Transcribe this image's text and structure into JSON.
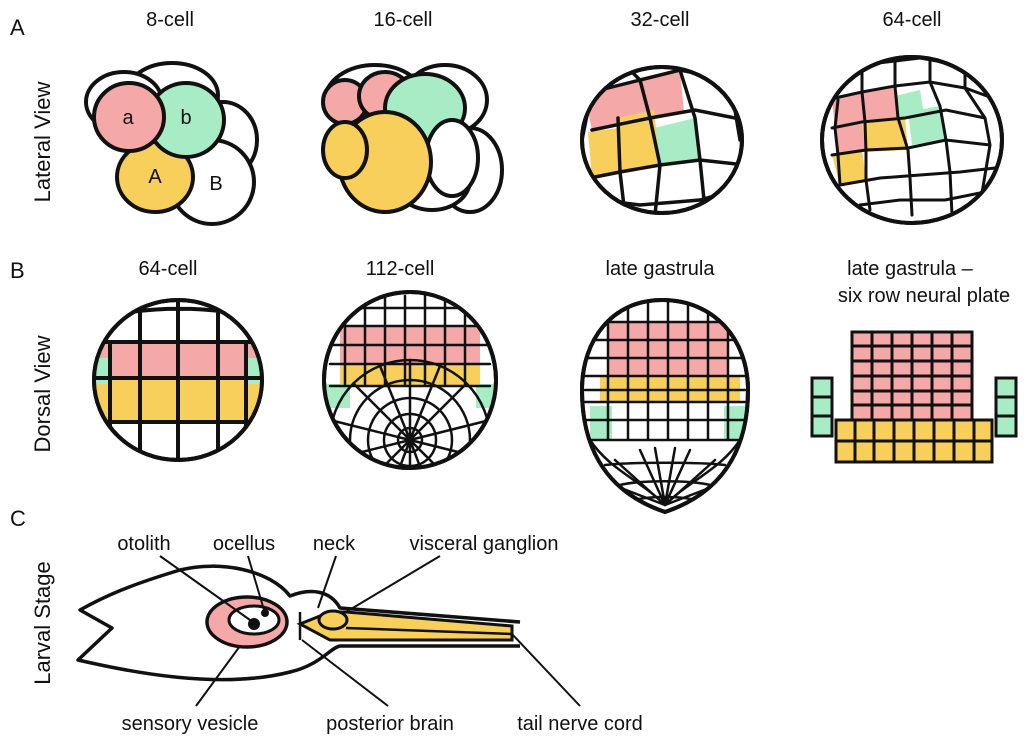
{
  "colors": {
    "pink": "#f4a9a8",
    "mint": "#a7ecc5",
    "gold": "#f8cf5b",
    "outline": "#111111",
    "background": "#ffffff"
  },
  "panels": [
    {
      "letter": "A",
      "side_label": "Lateral View",
      "stages": [
        "8-cell",
        "16-cell",
        "32-cell",
        "64-cell"
      ],
      "blastomere_labels": [
        "a",
        "b",
        "A",
        "B"
      ]
    },
    {
      "letter": "B",
      "side_label": "Dorsal View",
      "stages": [
        "64-cell",
        "112-cell",
        "late gastrula",
        "late gastrula –",
        "six row neural plate"
      ]
    },
    {
      "letter": "C",
      "side_label": "Larval Stage",
      "callouts": [
        "otolith",
        "ocellus",
        "neck",
        "visceral ganglion",
        "sensory vesicle",
        "posterior brain",
        "tail nerve cord"
      ]
    }
  ]
}
